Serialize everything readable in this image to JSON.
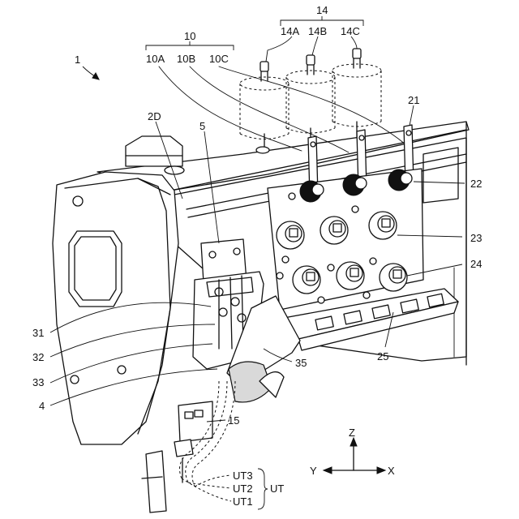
{
  "figure_ref": "1",
  "labels": {
    "l14": "14",
    "l14A": "14A",
    "l14B": "14B",
    "l14C": "14C",
    "l10": "10",
    "l10A": "10A",
    "l10B": "10B",
    "l10C": "10C",
    "l21": "21",
    "l22": "22",
    "l23": "23",
    "l24": "24",
    "l25": "25",
    "l2D": "2D",
    "l5": "5",
    "l31": "31",
    "l32": "32",
    "l33": "33",
    "l4": "4",
    "l35": "35",
    "l15": "15",
    "lUT3": "UT3",
    "lUT2": "UT2",
    "lUT1": "UT1",
    "lUT": "UT"
  },
  "axes": {
    "z": "Z",
    "y": "Y",
    "x": "X"
  }
}
